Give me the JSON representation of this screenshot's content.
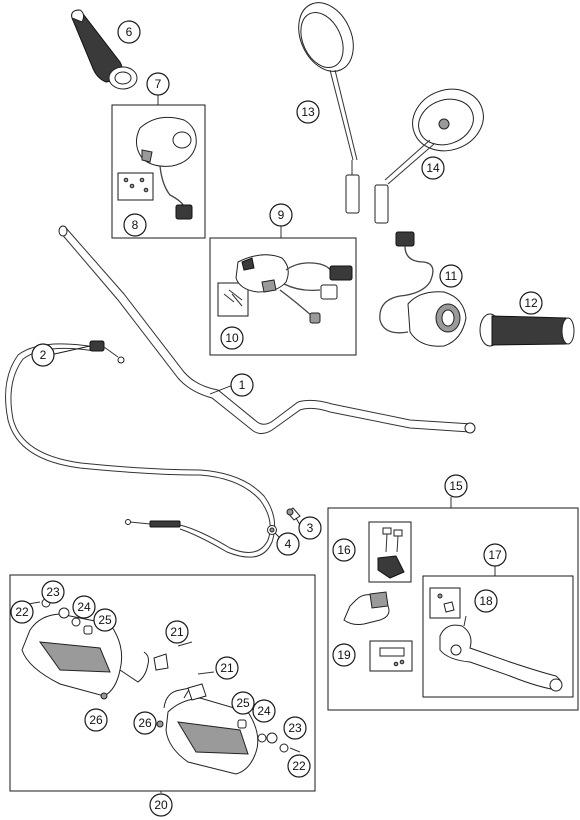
{
  "callouts": [
    {
      "id": "1",
      "label": "1"
    },
    {
      "id": "2",
      "label": "2"
    },
    {
      "id": "3",
      "label": "3"
    },
    {
      "id": "4",
      "label": "4"
    },
    {
      "id": "6",
      "label": "6"
    },
    {
      "id": "7",
      "label": "7"
    },
    {
      "id": "8",
      "label": "8"
    },
    {
      "id": "9",
      "label": "9"
    },
    {
      "id": "10",
      "label": "10"
    },
    {
      "id": "11",
      "label": "11"
    },
    {
      "id": "12",
      "label": "12"
    },
    {
      "id": "13",
      "label": "13"
    },
    {
      "id": "14",
      "label": "14"
    },
    {
      "id": "15",
      "label": "15"
    },
    {
      "id": "16",
      "label": "16"
    },
    {
      "id": "17",
      "label": "17"
    },
    {
      "id": "18",
      "label": "18"
    },
    {
      "id": "19",
      "label": "19"
    },
    {
      "id": "20",
      "label": "20"
    },
    {
      "id": "21a",
      "label": "21"
    },
    {
      "id": "21b",
      "label": "21"
    },
    {
      "id": "22a",
      "label": "22"
    },
    {
      "id": "22b",
      "label": "22"
    },
    {
      "id": "23a",
      "label": "23"
    },
    {
      "id": "23b",
      "label": "23"
    },
    {
      "id": "24a",
      "label": "24"
    },
    {
      "id": "24b",
      "label": "24"
    },
    {
      "id": "25a",
      "label": "25"
    },
    {
      "id": "25b",
      "label": "25"
    },
    {
      "id": "26a",
      "label": "26"
    },
    {
      "id": "26b",
      "label": "26"
    }
  ]
}
